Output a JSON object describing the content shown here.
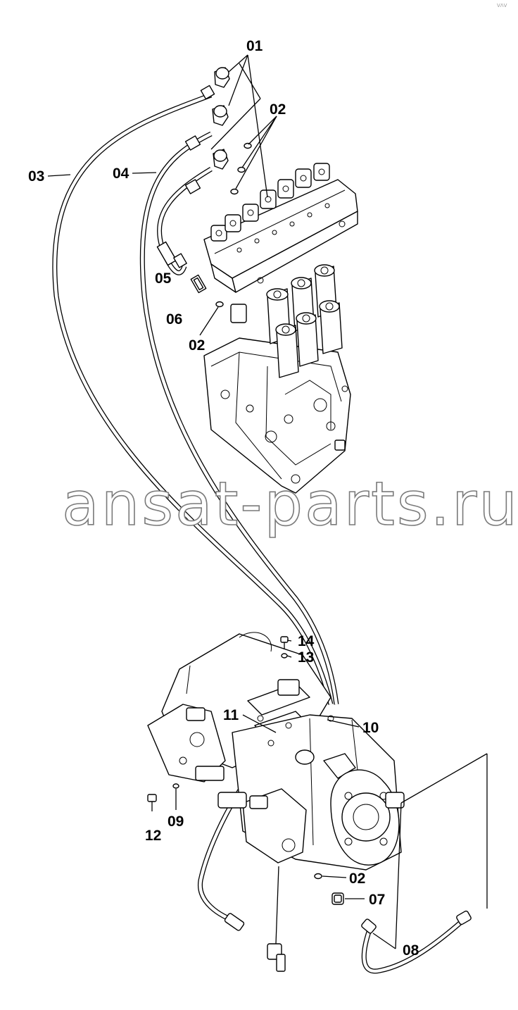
{
  "corner_tag": "ᐯᐱᐯ",
  "watermark": "ansat-parts.ru",
  "callouts": [
    {
      "id": "01",
      "label": "01"
    },
    {
      "id": "02a",
      "label": "02"
    },
    {
      "id": "03",
      "label": "03"
    },
    {
      "id": "04",
      "label": "04"
    },
    {
      "id": "05",
      "label": "05"
    },
    {
      "id": "06",
      "label": "06"
    },
    {
      "id": "02b",
      "label": "02"
    },
    {
      "id": "14",
      "label": "14"
    },
    {
      "id": "13",
      "label": "13"
    },
    {
      "id": "11",
      "label": "11"
    },
    {
      "id": "10",
      "label": "10"
    },
    {
      "id": "12",
      "label": "12"
    },
    {
      "id": "09",
      "label": "09"
    },
    {
      "id": "02c",
      "label": "02"
    },
    {
      "id": "07",
      "label": "07"
    },
    {
      "id": "08",
      "label": "08"
    }
  ]
}
